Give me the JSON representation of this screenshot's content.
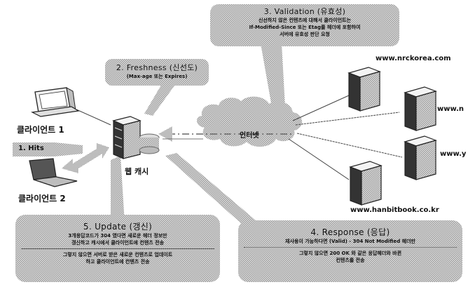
{
  "colors": {
    "pattern_fill": "#c8c8c8",
    "line": "#444444",
    "text": "#111111"
  },
  "clients": [
    {
      "label": "클라이언트 1",
      "icon": "desktop-computer-icon"
    },
    {
      "label": "클라이언트 2",
      "icon": "laptop-icon"
    }
  ],
  "hits_label": "1. Hits",
  "web_cache_label": "웹 캐시",
  "internet_label": "인터넷",
  "servers": [
    {
      "label": "www.nrckorea.com"
    },
    {
      "label": "www.n"
    },
    {
      "label": "www.y"
    },
    {
      "label": "www.hanbitbook.co.kr"
    }
  ],
  "callouts": {
    "freshness": {
      "title": "2. Freshness (신선도)",
      "lines": [
        "(Max-age 또는 Expires)"
      ]
    },
    "validation": {
      "title": "3. Validation (유효성)",
      "lines": [
        "신선하지 않은 컨텐츠에 대해서 클라이언트는",
        "If-Modified-Since 또는 Etag를 헤더에 포함하여",
        "서버에 유효성 판단 요청"
      ]
    },
    "response": {
      "title": "4. Response (응답)",
      "lines": [
        "재사용이 가능하다면 (Valid) - 304 Not Modified 헤더만"
      ],
      "lines2": [
        "그렇지 않으면 200 OK 와 같은 응답헤더와 바뀐",
        "컨텐츠를 전송"
      ]
    },
    "update": {
      "title": "5. Update (갱신)",
      "lines": [
        "3개응답코드가 304 였다면 새로운 헤더 정보만",
        "갱신하고 캐시에서 클라이언트에 컨텐츠 전송"
      ],
      "lines2": [
        "그렇지 않으면 서버로 받은 새로운 컨텐츠로 업데이트",
        "하고 클라이언트에 컨텐츠 전송"
      ]
    }
  }
}
